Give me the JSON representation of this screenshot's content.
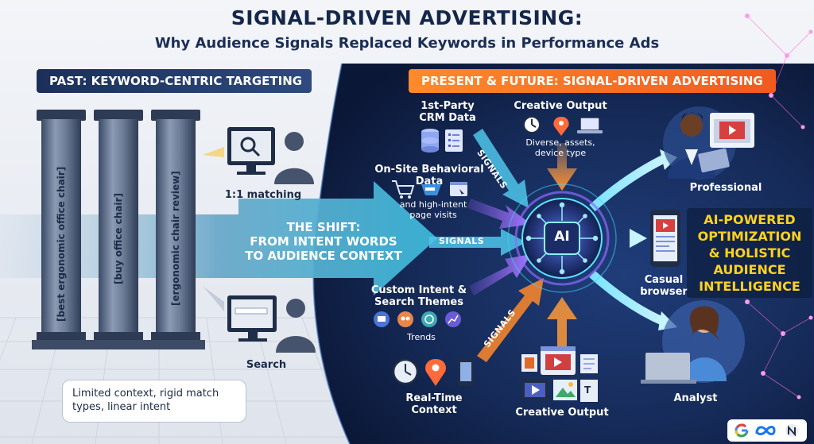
{
  "title": "SIGNAL-DRIVEN ADVERTISING:",
  "subtitle": "Why Audience Signals Replaced Keywords in Performance Ads",
  "left": {
    "banner": "PAST: KEYWORD-CENTRIC TARGETING",
    "pillars": [
      "[best ergonomic office chair]",
      "[buy office chair]",
      "[ergonomic chair review]"
    ],
    "matching_label": "1:1 matching",
    "search_label": "Search",
    "note": "Limited context, rigid match types, linear intent"
  },
  "shift": {
    "line1": "THE SHIFT:",
    "line2": "FROM INTENT WORDS",
    "line3": "TO AUDIENCE CONTEXT"
  },
  "right": {
    "banner": "PRESENT & FUTURE: SIGNAL-DRIVEN ADVERTISING",
    "crm": {
      "line1": "1st-Party",
      "line2": "CRM Data"
    },
    "creative_top": {
      "title": "Creative Output",
      "desc1": "Diverse, assets,",
      "desc2": "device type"
    },
    "behavioral": {
      "title": "On-Site Behavioral Data",
      "desc1": "and high-intent",
      "desc2": "page visits"
    },
    "custom_intent": {
      "line1": "Custom Intent &",
      "line2": "Search Themes",
      "trends": "Trends"
    },
    "realtime": {
      "line1": "Real-Time",
      "line2": "Context"
    },
    "creative_bottom": "Creative Output",
    "signals": [
      "SIGNALS",
      "SIGNALS",
      "SIGNALS"
    ],
    "ai_label": "AI",
    "personas": {
      "professional": "Professional",
      "casual1": "Casual",
      "casual2": "browser",
      "analyst": "Analyst"
    },
    "ai_optimization": {
      "line1": "AI-POWERED",
      "line2": "OPTIMIZATION",
      "line3": "& HOLISTIC",
      "line4": "AUDIENCE",
      "line5": "INTELLIGENCE"
    }
  },
  "colors": {
    "title": "#14264a",
    "banner_left": "#1b2f58",
    "banner_right": "#f05a1f",
    "highlight_yellow": "#ffd21f",
    "dark_bg": "#0d1b3a",
    "glow_cyan": "#3fd3ff"
  },
  "icons": [
    "magnifier-icon",
    "monitor-icon",
    "person-icon",
    "database-icon",
    "checklist-icon",
    "clock-icon",
    "location-pin-icon",
    "laptop-icon",
    "cart-icon",
    "browser-window-icon",
    "ai-chip-icon",
    "tablet-icon",
    "phone-icon",
    "video-icon",
    "google-logo",
    "meta-logo"
  ]
}
